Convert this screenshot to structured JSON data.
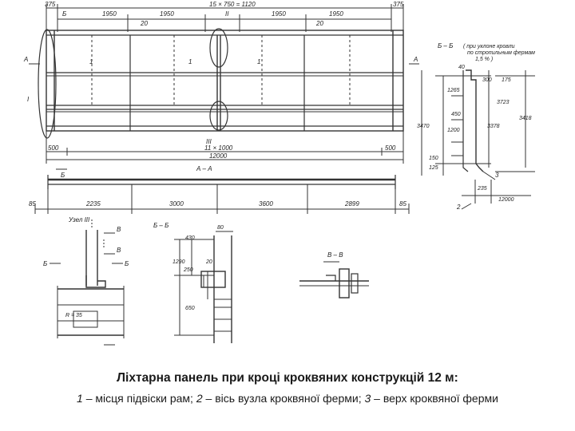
{
  "drawing": {
    "elevation": {
      "top_dims": [
        "375",
        "1950",
        "1950",
        "15 × 750 = 1120",
        "1950",
        "1950",
        "375"
      ],
      "side_marks": [
        "А",
        "А",
        "I"
      ],
      "detail_marks": [
        "Б",
        "Б",
        "II",
        "III",
        "20",
        "20"
      ],
      "leaders": [
        "1",
        "1",
        "1"
      ],
      "bottom_dims": [
        "500",
        "11 × 1000",
        "12000",
        "500"
      ]
    },
    "section_aa": {
      "title": "А – А",
      "dims": [
        "85",
        "2235",
        "3000",
        "3600",
        "2899",
        "85"
      ]
    },
    "section_bb_right": {
      "title": "Б – Б",
      "note": [
        "( при уклоне кровли",
        "по стропильным фермам",
        "1,5 % )"
      ],
      "dims": [
        "40",
        "175",
        "300",
        "3470",
        "3723",
        "3418",
        "1265",
        "1200",
        "450",
        "125",
        "12000",
        "235",
        "3378",
        "150"
      ],
      "leaders": [
        "3",
        "2"
      ]
    },
    "node_detail": {
      "title": "Узел III",
      "marks": [
        "В",
        "В",
        "Б",
        "Б",
        "R = 35"
      ]
    },
    "section_bb_small": {
      "title": "Б – Б",
      "dims": [
        "80",
        "430",
        "1290",
        "250",
        "20",
        "650"
      ]
    },
    "section_vv": {
      "title": "В – В"
    }
  },
  "caption": {
    "title": "Ліхтарна панель при кроці кроквяних конструкцій 12 м:",
    "item1_num": "1",
    "item1_text": " – місця підвіски рам; ",
    "item2_num": "2",
    "item2_text": " – вісь вузла кроквяної ферми; ",
    "item3_num": "3",
    "item3_text": " – верх кроквяної ферми"
  }
}
